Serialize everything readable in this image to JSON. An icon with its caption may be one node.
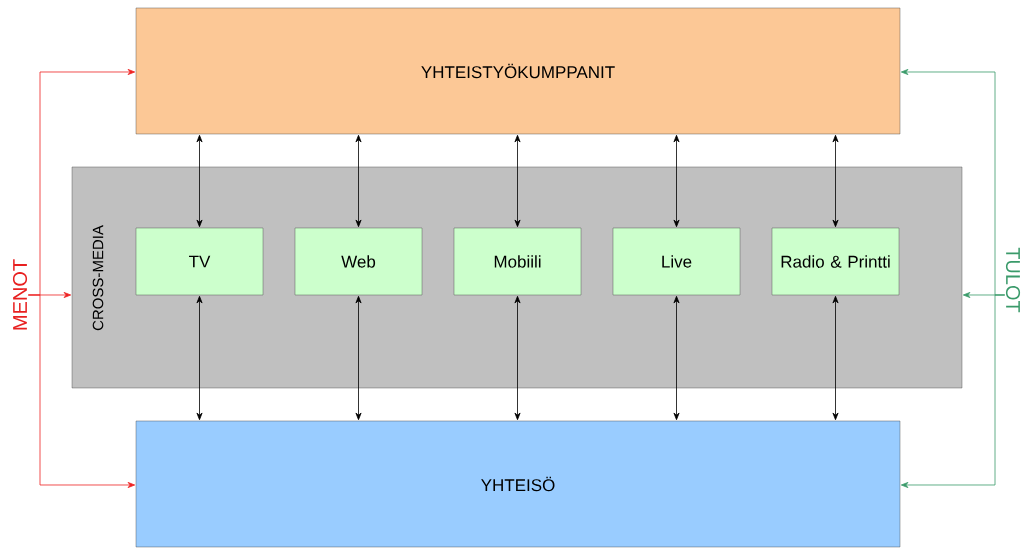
{
  "diagram": {
    "nodes": [
      {
        "text": [
          "YHTEISTYÖKUMPPANIT"
        ]
      },
      {
        "text": [
          "CROSS-MEDIA"
        ]
      },
      {
        "text": [
          "TV"
        ],
        "in": 1
      },
      {
        "text": [
          "Web"
        ],
        "in": 1
      },
      {
        "text": [
          "Mobiili"
        ],
        "in": 1
      },
      {
        "text": [
          "Live"
        ],
        "in": 1
      },
      {
        "text": [
          "Radio & Printti"
        ],
        "in": 1
      },
      {
        "text": [
          "YHTEISÖ"
        ]
      },
      {
        "text": [
          "MENOT"
        ]
      },
      {
        "text": [
          "TULOT"
        ]
      }
    ],
    "edges": [
      {
        "from": 0,
        "to": 2,
        "arrow": "both"
      },
      {
        "from": 0,
        "to": 3,
        "arrow": "both"
      },
      {
        "from": 0,
        "to": 4,
        "arrow": "both"
      },
      {
        "from": 0,
        "to": 5,
        "arrow": "both"
      },
      {
        "from": 0,
        "to": 6,
        "arrow": "both"
      },
      {
        "from": 2,
        "to": 7,
        "arrow": "both"
      },
      {
        "from": 3,
        "to": 7,
        "arrow": "both"
      },
      {
        "from": 4,
        "to": 7,
        "arrow": "both"
      },
      {
        "from": 5,
        "to": 7,
        "arrow": "both"
      },
      {
        "from": 6,
        "to": 7,
        "arrow": "both"
      },
      {
        "from": 8,
        "to": 0,
        "arrow": "to",
        "color": "#ee2222"
      },
      {
        "from": 8,
        "to": 1,
        "arrow": "to",
        "color": "#ee2222"
      },
      {
        "from": 8,
        "to": 7,
        "arrow": "to",
        "color": "#ee2222"
      },
      {
        "from": 9,
        "to": 0,
        "arrow": "to",
        "color": "#3a9a6a"
      },
      {
        "from": 9,
        "to": 1,
        "arrow": "to",
        "color": "#3a9a6a"
      },
      {
        "from": 9,
        "to": 7,
        "arrow": "to",
        "color": "#3a9a6a"
      }
    ]
  }
}
